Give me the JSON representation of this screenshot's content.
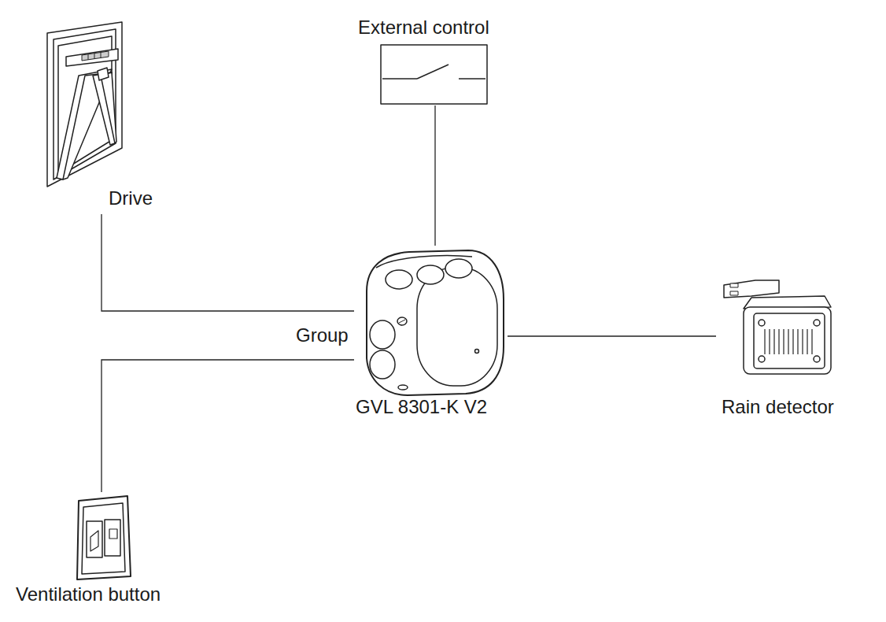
{
  "diagram": {
    "nodes": [
      {
        "text": [
          "External control"
        ]
      },
      {
        "text": [
          "Drive"
        ]
      },
      {
        "text": [
          "GVL 8301-K V2"
        ]
      },
      {
        "text": [
          "Rain detector"
        ]
      },
      {
        "text": [
          "Ventilation button"
        ]
      }
    ],
    "edges": [
      {
        "from": 0,
        "to": 2,
        "arrow": "none"
      },
      {
        "from": 1,
        "to": 2,
        "arrow": "none"
      },
      {
        "from": 4,
        "to": 2,
        "arrow": "none"
      },
      {
        "from": 2,
        "to": 3,
        "arrow": "none"
      }
    ],
    "labels": [
      "Group"
    ]
  }
}
